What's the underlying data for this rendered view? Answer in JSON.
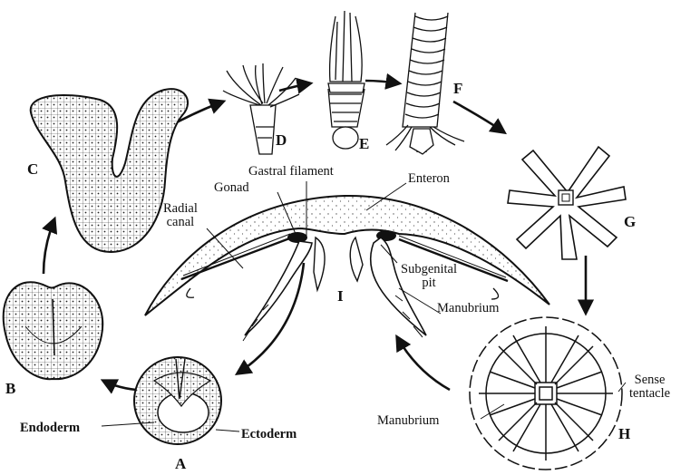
{
  "colors": {
    "ink": "#111111",
    "paper": "#ffffff"
  },
  "stages": {
    "A": "A",
    "B": "B",
    "C": "C",
    "D": "D",
    "E": "E",
    "F": "F",
    "G": "G",
    "H": "H",
    "I": "I"
  },
  "labels": {
    "gastral_filament": "Gastral filament",
    "enteron": "Enteron",
    "gonad": "Gonad",
    "radial": "Radial",
    "canal": "canal",
    "subgenital": "Subgenital",
    "pit": "pit",
    "manubrium_i": "Manubrium",
    "manubrium_h": "Manubrium",
    "sense": "Sense",
    "tentacle": "tentacle",
    "endoderm": "Endoderm",
    "ectoderm": "Ectoderm"
  }
}
